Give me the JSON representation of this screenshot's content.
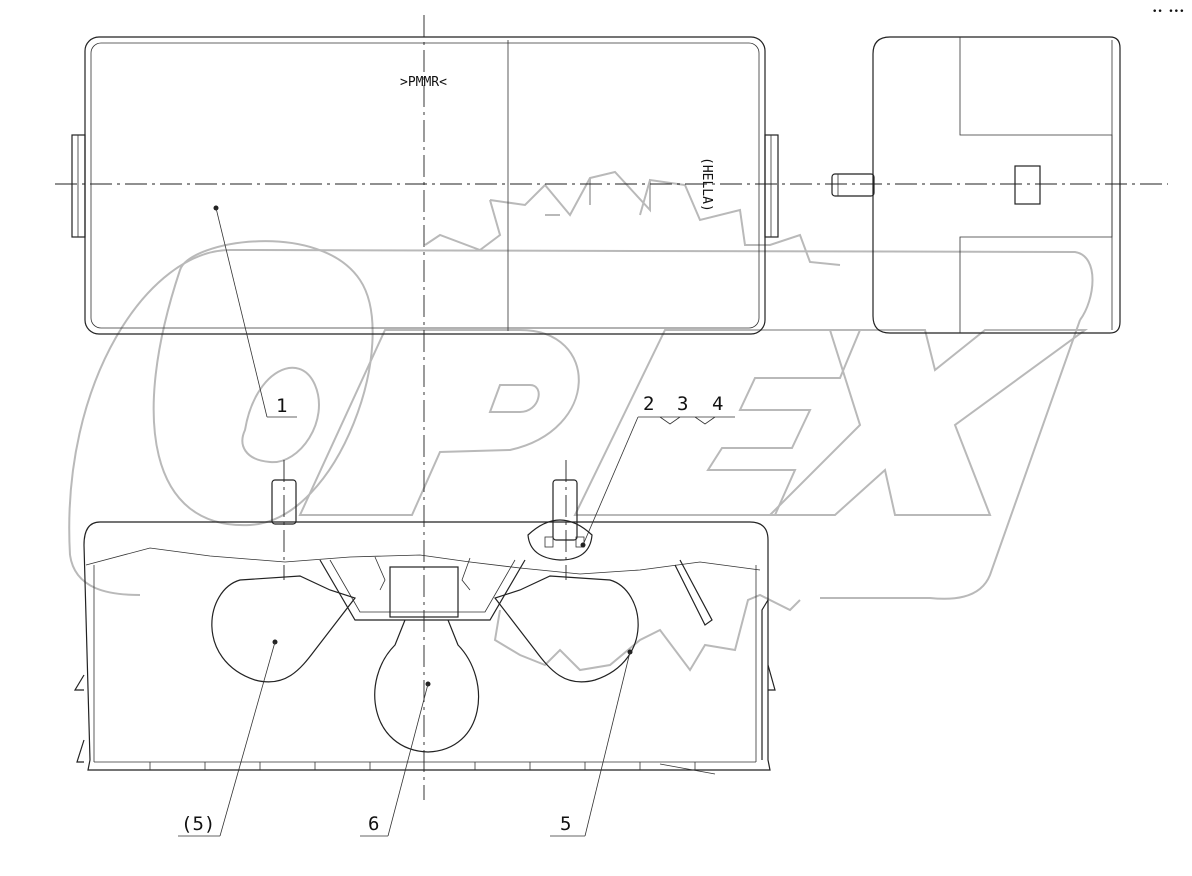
{
  "drawing": {
    "top_view_label": ">PMMR<",
    "side_text": "(HELLA)",
    "watermark": "OPEX",
    "corner_mark": "•• •••"
  },
  "callouts": [
    {
      "id": "c1",
      "label": "1"
    },
    {
      "id": "c2",
      "label": "2"
    },
    {
      "id": "c3",
      "label": "3"
    },
    {
      "id": "c4",
      "label": "4"
    },
    {
      "id": "c5l",
      "label": "(5)"
    },
    {
      "id": "c6",
      "label": "6"
    },
    {
      "id": "c5r",
      "label": "5"
    }
  ]
}
